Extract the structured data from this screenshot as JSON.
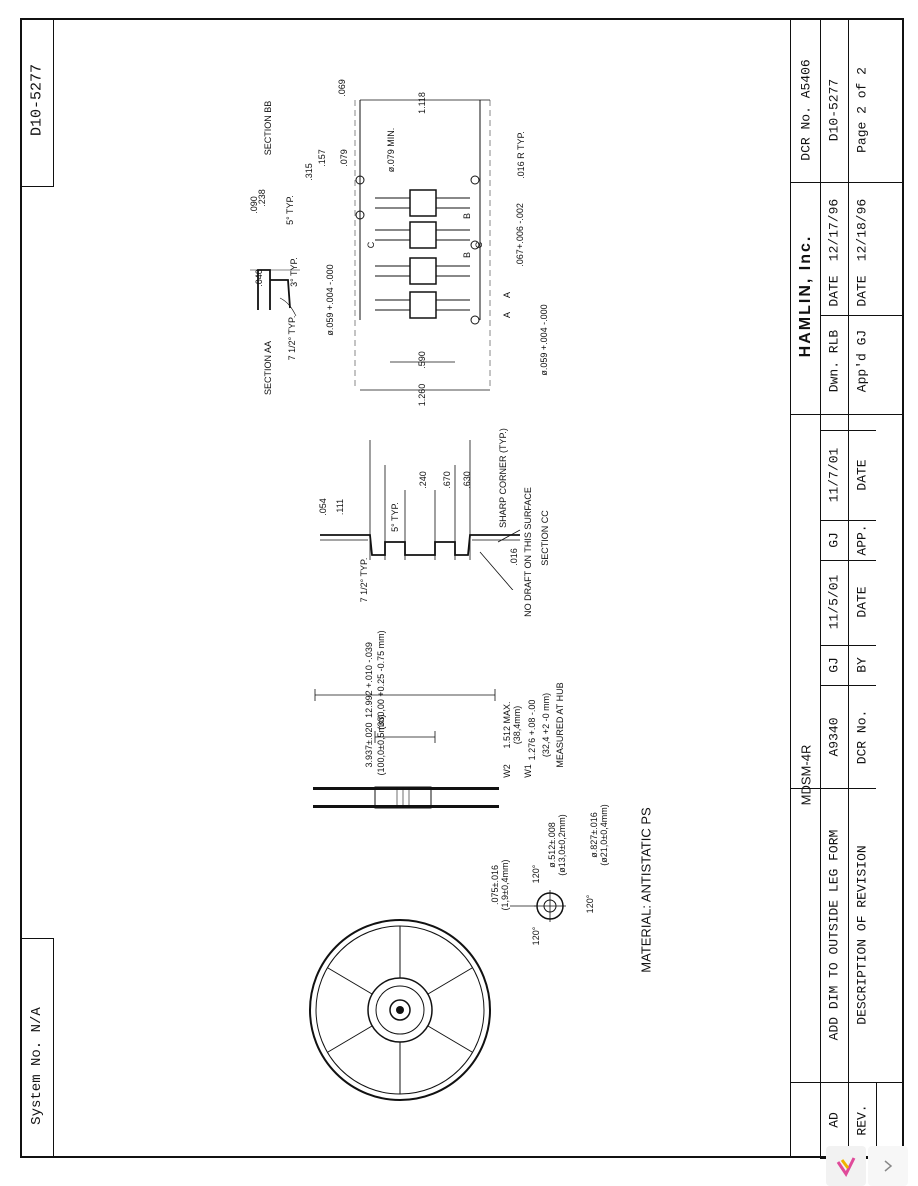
{
  "header": {
    "doc_number": "D10-5277",
    "system_no": "System No. N/A"
  },
  "title_block": {
    "company": "HAMLIN, Inc.",
    "dcr_no": "DCR No. A5406",
    "doc_number": "D10-5277",
    "page": "Page 2 of 2",
    "drawn_by": "Dwn.  RLB",
    "drawn_date_label": "DATE",
    "drawn_date": "12/17/96",
    "approved_by": "App'd GJ",
    "approved_date_label": "DATE",
    "approved_date": "12/18/96",
    "part": "MDSM-4R"
  },
  "revisions": {
    "headers": {
      "rev": "REV.",
      "description": "DESCRIPTION OF REVISION",
      "dcr_no": "DCR No.",
      "by": "BY",
      "date": "DATE",
      "app": "APP.",
      "app_date": "DATE"
    },
    "rows": [
      {
        "rev": "AD",
        "description": "ADD DIM TO OUTSIDE LEG FORM",
        "dcr_no": "A9340",
        "by": "GJ",
        "date": "11/5/01",
        "app": "GJ",
        "app_date": "11/7/01"
      }
    ]
  },
  "drawing": {
    "material": "MATERIAL:  ANTISTATIC PS",
    "reel": {
      "dim_075": ".075±.016",
      "dim_075_mm": "(1,9±0,4mm)",
      "dim_512": "ø.512±.008",
      "dim_512_mm": "(ø13,0±0,2mm)",
      "dim_827": "ø.827±.016",
      "dim_827_mm": "(ø21,0±0,4mm)",
      "angle": "120°",
      "dim_3937": "3.937±.020",
      "dim_3937_mm": "(100,0±0,5mm)",
      "dim_12992": "12.992 +.010 -.039",
      "dim_12992_mm": "(330,00 +0.25 -0.75 mm)",
      "w2": "W2",
      "w1": "W1",
      "dim_1512": "1.512 MAX.",
      "dim_1512_mm": "(38,4mm)",
      "dim_1276": "1.276 +.08 -.00",
      "dim_1276_mm": "(32,4 +2 -0 mm)",
      "measured": "MEASURED AT HUB"
    },
    "section_cc": {
      "label": "SECTION CC",
      "dim_054": ".054",
      "dim_111": ".111",
      "dim_5typ": "5° TYP.",
      "dim_240": ".240",
      "dim_670": ".670",
      "dim_630": ".630",
      "dim_712": "7 1/2° TYP.",
      "sharp_corner": "SHARP CORNER (TYP.)",
      "dim_016": ".016",
      "no_draft": "NO DRAFT ON THIS SURFACE"
    },
    "section_aa": {
      "label": "SECTION AA",
      "dim_712": "7 1/2° TYP.",
      "dim_040": ".040",
      "dim_3typ": "3° TYP.",
      "dim_059": "ø.059 +.004 -.000"
    },
    "section_bb": {
      "label": "SECTION BB",
      "dim_090": ".090",
      "dim_238": ".238",
      "dim_5typ": "5° TYP.",
      "dim_315": ".315",
      "dim_157": ".157",
      "dim_079": ".079",
      "dim_079min": "ø.079 MIN.",
      "dim_069": ".069",
      "dim_1118": "1.118",
      "dim_1260": "1.260",
      "dim_590": ".590",
      "dim_016r": ".016 R TYP.",
      "dim_067": ".067",
      "dim_006": "+.006 -.002",
      "dim_059b": "ø.059 +.004 -.000",
      "letter_a": "A",
      "letter_b": "B",
      "letter_c": "C"
    }
  }
}
